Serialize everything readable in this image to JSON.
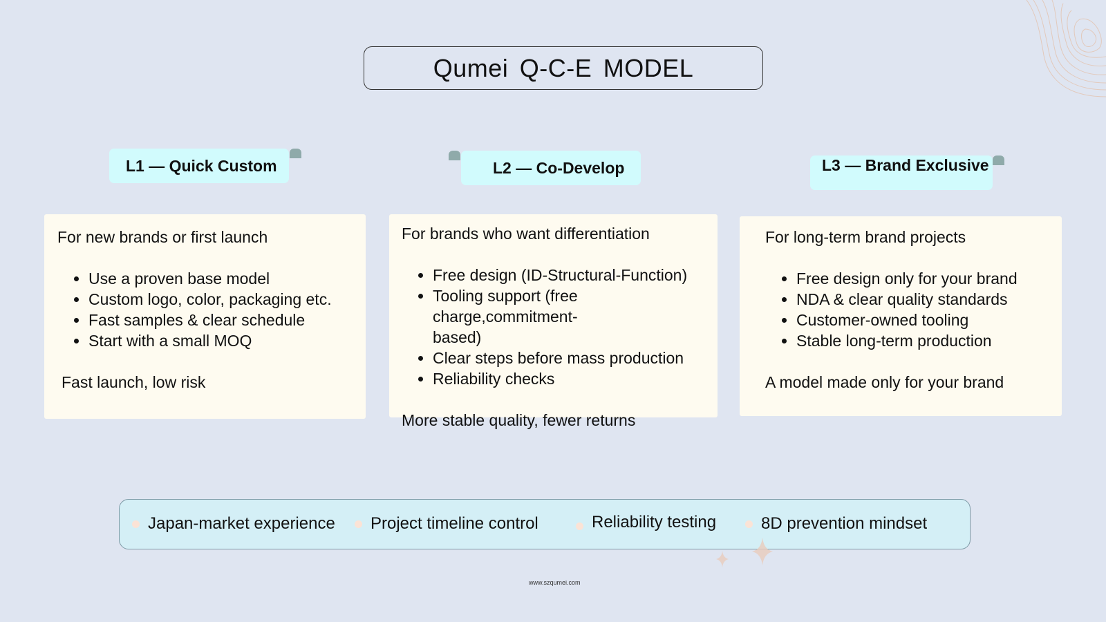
{
  "title": "Qumei  Q-C-E  MODEL",
  "levels": [
    {
      "tag": "L1 — Quick Custom",
      "intro": "For new brands or first launch",
      "bullets": [
        "Use a proven base model",
        "Custom logo, color, packaging etc.",
        "Fast samples & clear schedule",
        "Start with a small MOQ"
      ],
      "summary": "Fast launch, low risk"
    },
    {
      "tag": "L2 — Co-Develop",
      "intro": "For brands who want differentiation",
      "bullets": [
        "Free design (ID-Structural-Function)",
        "Tooling support (free charge,commitment-based)",
        "Clear steps before mass production",
        "Reliability checks"
      ],
      "summary": "More stable quality, fewer returns"
    },
    {
      "tag": "L3 — Brand Exclusive",
      "intro": "For long-term brand projects",
      "bullets": [
        "Free design only for your brand",
        "NDA & clear quality standards",
        "Customer-owned tooling",
        "Stable long-term production"
      ],
      "summary": "A model made only for your brand"
    }
  ],
  "strengths": [
    "Japan-market experience",
    "Project timeline control",
    "Reliability testing",
    "8D prevention mindset"
  ],
  "footer_url": "www.szqumei.com",
  "colors": {
    "background": "#dfe5f1",
    "tag_fill": "#d1fbfd",
    "card_fill": "#fefbf0",
    "bar_fill": "#d4eff6",
    "accent_nub": "#8faaaa"
  }
}
